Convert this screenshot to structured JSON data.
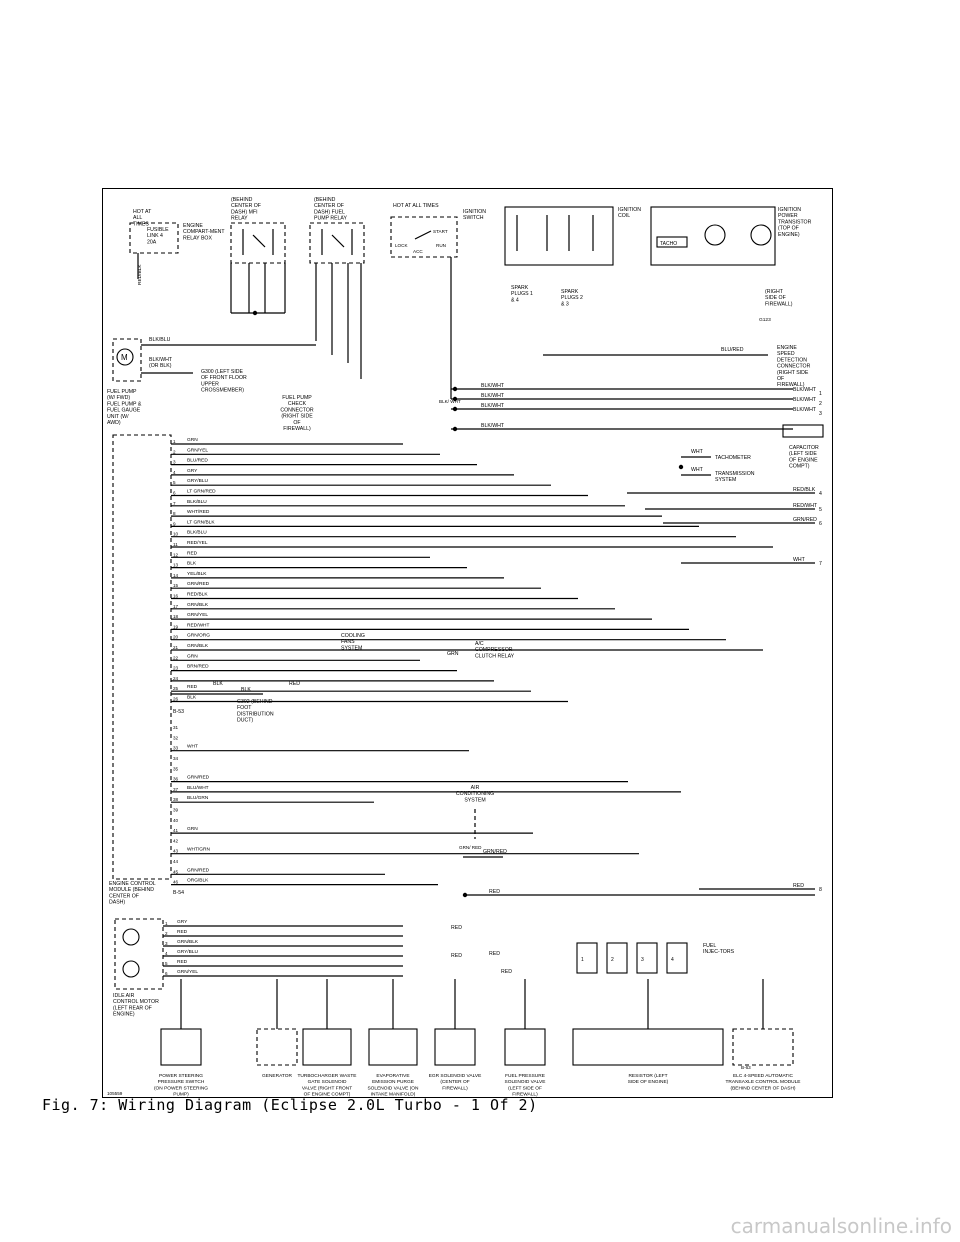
{
  "caption": "Fig. 7:  Wiring Diagram (Eclipse 2.0L Turbo - 1 Of 2)",
  "watermark": "carmanualsonline.info",
  "diagram_code": "105559",
  "top_components": {
    "fusible_link": "FUSIBLE LINK 4 20A",
    "hot_at_all_times_1": "HOT AT ALL TIMES",
    "engine_relay_box": "ENGINE COMPART-MENT RELAY BOX",
    "mfi_relay": "(BEHIND CENTER OF DASH) MFI RELAY",
    "fuel_pump_relay": "(BEHIND CENTER OF DASH) FUEL PUMP RELAY",
    "hot_at_all_times_2": "HOT AT ALL TIMES",
    "ignition_switch": "IGNITION SWITCH",
    "ign_start": "START",
    "ign_lock": "LOCK",
    "ign_acc": "ACC",
    "ign_run": "RUN",
    "ignition_coil": "IGNITION COIL",
    "spark_plugs_14": "SPARK PLUGS 1 & 4",
    "spark_plugs_23": "SPARK PLUGS 2 & 3",
    "tacho": "TACHO",
    "ignition_power_transistor": "IGNITION POWER TRANSISTOR (TOP OF ENGINE)",
    "right_side_firewall": "(RIGHT SIDE OF FIREWALL)",
    "g123": "G123"
  },
  "left_components": {
    "fuel_pump": "FUEL PUMP (W/ FWD) FUEL PUMP & FUEL GAUGE UNIT (W/ AWD)",
    "g300": "G300 (LEFT SIDE OF FRONT FLOOR UPPER CROSSMEMBER)",
    "fuel_pump_check": "FUEL PUMP CHECK CONNECTOR (RIGHT SIDE OF FIREWALL)",
    "ecm": "ENGINE CONTROL MODULE (BEHIND CENTER OF DASH)",
    "g302": "G302 (BEHIND FOOT DISTRIBUTION DUCT)",
    "idle_air": "IDLE AIR CONTROL MOTOR (LEFT REAR OF ENGINE)"
  },
  "right_components": {
    "engine_speed_connector": "ENGINE SPEED DETECTION CONNECTOR (RIGHT SIDE OF FIREWALL)",
    "capacitor": "CAPACITOR (LEFT SIDE OF ENGINE COMPT)",
    "tachometer": "TACHOMETER",
    "transmission_system": "TRANSMISSION SYSTEM",
    "cooling_fans": "COOLING FANS SYSTEM",
    "ac_relay": "A/C COMPRESSOR CLUTCH RELAY",
    "air_conditioning": "AIR CONDITIONING SYSTEM",
    "fuel_injectors": "FUEL INJEC-TORS"
  },
  "bottom_components": [
    "POWER STEERING PRESSURE SWITCH (ON POWER STEERING PUMP)",
    "GENERATOR",
    "TURBOCHARGER WASTE GATE SOLENOID VALVE (RIGHT FRONT OF ENGINE COMPT)",
    "EVAPORATIVE EMISSION PURGE SOLENOID VALVE (ON INTAKE MANIFOLD)",
    "EGR SOLENOID VALVE (CENTER OF FIREWALL)",
    "FUEL PRESSURE SOLENOID VALVE (LEFT SIDE OF FIREWALL)",
    "RESISTOR (LEFT SIDE OF ENGINE)",
    "ELC 4-SPEED AUTOMATIC TRANSAXLE CONTROL MODULE (BEHIND CENTER OF DASH)"
  ],
  "ecm_pins": [
    {
      "n": "1",
      "w": "GRN"
    },
    {
      "n": "2",
      "w": "GRN/YEL"
    },
    {
      "n": "3",
      "w": "BLU/RED"
    },
    {
      "n": "4",
      "w": "GRY"
    },
    {
      "n": "5",
      "w": "GRY/BLU"
    },
    {
      "n": "6",
      "w": "LT GRN/RED"
    },
    {
      "n": "7",
      "w": "BLK/BLU"
    },
    {
      "n": "8",
      "w": "WHT/RED"
    },
    {
      "n": "9",
      "w": "LT GRN/BLK"
    },
    {
      "n": "10",
      "w": "BLK/BLU"
    },
    {
      "n": "11",
      "w": "RED/YEL"
    },
    {
      "n": "12",
      "w": "RED"
    },
    {
      "n": "13",
      "w": "BLK"
    },
    {
      "n": "14",
      "w": "YEL/BLK"
    },
    {
      "n": "15",
      "w": "GRN/RED"
    },
    {
      "n": "16",
      "w": "RED/BLK"
    },
    {
      "n": "17",
      "w": "GRN/BLK"
    },
    {
      "n": "18",
      "w": "GRN/YEL"
    },
    {
      "n": "19",
      "w": "RED/WHT"
    },
    {
      "n": "20",
      "w": "GRN/ORG"
    },
    {
      "n": "21",
      "w": "GRN/BLK"
    },
    {
      "n": "22",
      "w": "GRN"
    },
    {
      "n": "23",
      "w": "BRN/RED"
    },
    {
      "n": "24",
      "w": ""
    },
    {
      "n": "25",
      "w": "RED"
    },
    {
      "n": "26",
      "w": "BLK"
    }
  ],
  "ecm_conn_b": "B-53",
  "ecm_pins_b": [
    {
      "n": "31",
      "w": ""
    },
    {
      "n": "32",
      "w": ""
    },
    {
      "n": "33",
      "w": "WHT"
    },
    {
      "n": "34",
      "w": ""
    },
    {
      "n": "35",
      "w": ""
    },
    {
      "n": "36",
      "w": "GRN/RED"
    },
    {
      "n": "37",
      "w": "BLU/WHT"
    },
    {
      "n": "38",
      "w": "BLU/GRN"
    },
    {
      "n": "39",
      "w": ""
    },
    {
      "n": "40",
      "w": ""
    },
    {
      "n": "41",
      "w": "GRN"
    },
    {
      "n": "42",
      "w": ""
    },
    {
      "n": "43",
      "w": "WHT/GRN"
    },
    {
      "n": "44",
      "w": ""
    },
    {
      "n": "45",
      "w": "GRN/RED"
    },
    {
      "n": "46",
      "w": "ORG/BLK"
    }
  ],
  "ecm_conn_c": "B-54",
  "iac_pins": [
    {
      "n": "1",
      "w": "GRY"
    },
    {
      "n": "2",
      "w": "RED"
    },
    {
      "n": "3",
      "w": "GRN/BLK"
    },
    {
      "n": "4",
      "w": "GRY/BLU"
    },
    {
      "n": "5",
      "w": "RED"
    },
    {
      "n": "6",
      "w": "GRN/YEL"
    }
  ],
  "right_wires": [
    {
      "label": "BLK/WHT",
      "pin": "1"
    },
    {
      "label": "BLK/WHT",
      "pin": "2"
    },
    {
      "label": "BLK/WHT",
      "pin": "3"
    },
    {
      "label": "RED/BLK",
      "pin": "4"
    },
    {
      "label": "RED/WHT",
      "pin": "5"
    },
    {
      "label": "GRN/RED",
      "pin": "6"
    },
    {
      "label": "WHT",
      "pin": "7"
    },
    {
      "label": "RED",
      "pin": "8"
    }
  ],
  "wire_labels": {
    "blk_blu": "BLK/BLU",
    "blk_wht_or_blk": "BLK/WHT (OR BLK)",
    "blu_red": "BLU/RED",
    "blk_wht": "BLK/WHT",
    "blk_wht_v": "BLK/ WHT",
    "wht": "WHT",
    "red": "RED",
    "blk": "BLK",
    "grn": "GRN",
    "grn_red_split": "GRN/ RED",
    "grn_red": "GRN/RED"
  },
  "injectors": [
    "1",
    "2",
    "3",
    "4"
  ],
  "elc_conn": "B-63"
}
